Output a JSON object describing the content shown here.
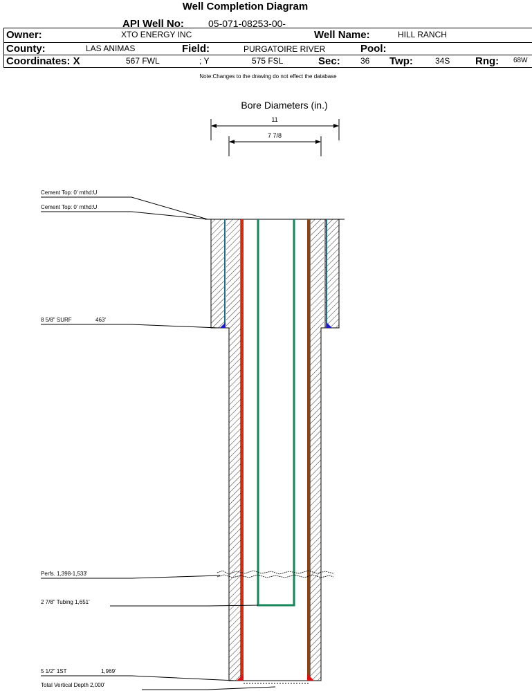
{
  "header": {
    "title": "Well Completion Diagram",
    "api_label": "API Well No:",
    "api_value": "05-071-08253-00-",
    "owner_label": "Owner:",
    "owner_value": "XTO ENERGY INC",
    "well_name_label": "Well Name:",
    "well_name_value": "HILL RANCH",
    "county_label": "County:",
    "county_value": "LAS ANIMAS",
    "field_label": "Field:",
    "field_value": "PURGATOIRE RIVER",
    "pool_label": "Pool:",
    "pool_value": "",
    "coord_label": "Coordinates: X",
    "coord_x_value": "567 FWL",
    "coord_y_label": "; Y",
    "coord_y_value": "575 FSL",
    "sec_label": "Sec:",
    "sec_value": "36",
    "twp_label": "Twp:",
    "twp_value": "34S",
    "rng_label": "Rng:",
    "rng_value": "68W"
  },
  "note": "Note:Changes to the drawing do not effect the database",
  "diagram": {
    "bore_title": "Bore Diameters (in.)",
    "bore_diameters": [
      "11",
      "7 7/8"
    ],
    "annotations": {
      "cement_top_1": "Cement Top: 0' mthd:U",
      "cement_top_2": "Cement Top: 0' mthd:U",
      "surface_casing": "8 5/8\" SURF",
      "surface_depth": "463'",
      "perfs": "Perfs. 1,398-1,533'",
      "tubing": "2 7/8\" Tubing 1,651'",
      "production_casing": "5 1/2\" 1ST",
      "production_depth": "1,969'",
      "total_depth": "Total Vertical Depth 2,000'"
    },
    "colors": {
      "surface_casing": "#1c6e8c",
      "production_casing_left": "#d22c0a",
      "production_casing_right": "#8b4513",
      "tubing": "#13875a",
      "cement_shoe_surface": "#1a1ad2",
      "cement_shoe_production": "#e01010"
    }
  }
}
